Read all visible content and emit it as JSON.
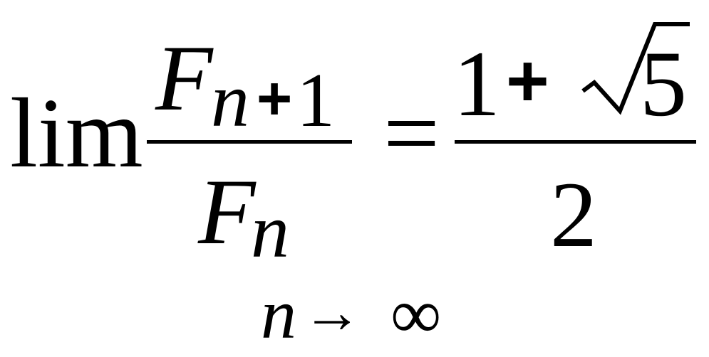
{
  "equation": {
    "operator": "lim",
    "limit_variable": "n",
    "limit_arrow": "→",
    "limit_target": "∞",
    "lhs": {
      "numerator": {
        "symbol": "F",
        "subscript_var": "n",
        "subscript_op": "+",
        "subscript_num": "1"
      },
      "denominator": {
        "symbol": "F",
        "subscript_var": "n"
      }
    },
    "equals": "=",
    "rhs": {
      "numerator": {
        "term1": "1",
        "op": "+",
        "radicand": "5"
      },
      "denominator": "2"
    }
  }
}
